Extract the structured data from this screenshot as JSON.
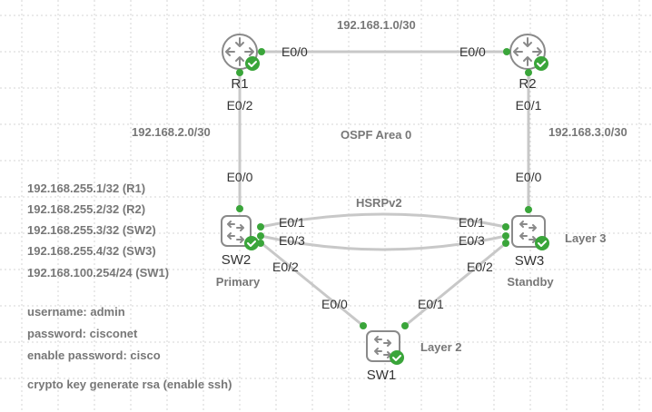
{
  "diagram": {
    "nodes": [
      {
        "id": "R1",
        "type": "router",
        "label": "R1",
        "status": "running"
      },
      {
        "id": "R2",
        "type": "router",
        "label": "R2",
        "status": "running"
      },
      {
        "id": "SW2",
        "type": "switch",
        "label": "SW2",
        "sublabel": "Primary",
        "status": "running"
      },
      {
        "id": "SW3",
        "type": "switch",
        "label": "SW3",
        "sublabel": "Standby",
        "status": "running"
      },
      {
        "id": "SW1",
        "type": "switch",
        "label": "SW1",
        "status": "running"
      }
    ],
    "links": [
      {
        "from": "R1",
        "from_if": "E0/0",
        "to": "R2",
        "to_if": "E0/0",
        "subnet": "192.168.1.0/30"
      },
      {
        "from": "R1",
        "from_if": "E0/2",
        "to": "SW2",
        "to_if": "E0/0",
        "subnet": "192.168.2.0/30"
      },
      {
        "from": "R2",
        "from_if": "E0/1",
        "to": "SW3",
        "to_if": "E0/0",
        "subnet": "192.168.3.0/30"
      },
      {
        "from": "SW2",
        "from_if": "E0/1",
        "to": "SW3",
        "to_if": "E0/1"
      },
      {
        "from": "SW2",
        "from_if": "E0/3",
        "to": "SW3",
        "to_if": "E0/3"
      },
      {
        "from": "SW2",
        "from_if": "E0/2",
        "to": "SW1",
        "to_if": "E0/0"
      },
      {
        "from": "SW3",
        "from_if": "E0/2",
        "to": "SW1",
        "to_if": "E0/1"
      }
    ],
    "annotations": {
      "ospf_area": "OSPF Area 0",
      "hsrp": "HSRPv2",
      "sw3_layer": "Layer 3",
      "sw1_layer": "Layer 2",
      "loopbacks": [
        "192.168.255.1/32 (R1)",
        "192.168.255.2/32 (R2)",
        "192.168.255.3/32 (SW2)",
        "192.168.255.4/32 (SW3)",
        "192.168.100.254/24 (SW1)"
      ],
      "credentials": [
        "username: admin",
        "password: cisconet",
        "enable password: cisco"
      ],
      "ssh_note": "crypto key generate rsa (enable ssh)"
    },
    "colors": {
      "status_green": "#3aa53a",
      "link": "#c8c8c8",
      "annotation_text": "#777777",
      "label_text": "#333333"
    }
  }
}
